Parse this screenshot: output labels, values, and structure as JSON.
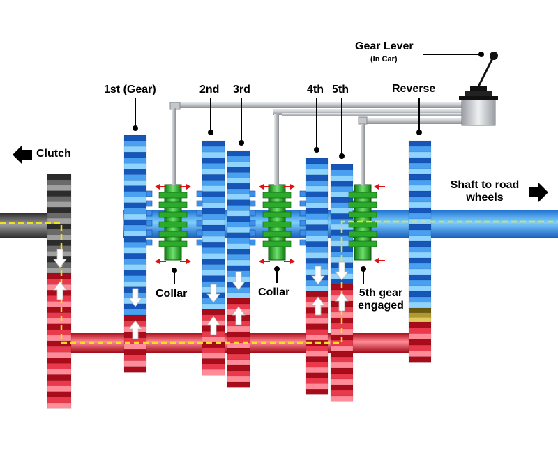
{
  "labels": {
    "gear_lever": "Gear Lever",
    "in_car": "(In Car)",
    "first": "1st (Gear)",
    "second": "2nd",
    "third": "3rd",
    "fourth": "4th",
    "fifth": "5th",
    "reverse": "Reverse",
    "clutch": "Clutch",
    "shaft_line1": "Shaft to road",
    "shaft_line2": "wheels",
    "collar_left": "Collar",
    "collar_mid": "Collar",
    "engaged_line1": "5th gear",
    "engaged_line2": "engaged"
  },
  "colors": {
    "output_shaft": "#3aa0ea",
    "layshaft": "#e0283c",
    "clutch_gear": "#555555",
    "collar": "#22a022",
    "power_path": "#f0e020",
    "shift_rod": "#b8bcc0",
    "arrow_red": "#e01010"
  },
  "icons": {
    "clutch_arrow": "left-arrow-icon",
    "shaft_arrow": "right-arrow-icon"
  }
}
